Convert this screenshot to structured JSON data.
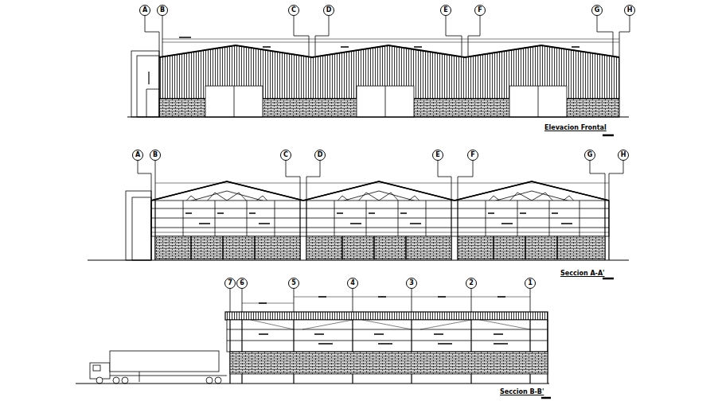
{
  "diagram": {
    "nodes": [
      {
        "text": [
          "A"
        ]
      },
      {
        "text": [
          "B"
        ]
      },
      {
        "text": [
          "C"
        ]
      },
      {
        "text": [
          "D"
        ]
      },
      {
        "text": [
          "E"
        ]
      },
      {
        "text": [
          "F"
        ]
      },
      {
        "text": [
          "G"
        ]
      },
      {
        "text": [
          "H"
        ]
      },
      {
        "text": [
          "A"
        ]
      },
      {
        "text": [
          "B"
        ]
      },
      {
        "text": [
          "C"
        ]
      },
      {
        "text": [
          "D"
        ]
      },
      {
        "text": [
          "E"
        ]
      },
      {
        "text": [
          "F"
        ]
      },
      {
        "text": [
          "G"
        ]
      },
      {
        "text": [
          "H"
        ]
      },
      {
        "text": [
          "7"
        ]
      },
      {
        "text": [
          "6"
        ]
      },
      {
        "text": [
          "5"
        ]
      },
      {
        "text": [
          "4"
        ]
      },
      {
        "text": [
          "3"
        ]
      },
      {
        "text": [
          "2"
        ]
      },
      {
        "text": [
          "1"
        ]
      }
    ],
    "labels": [
      "Elevacion Frontal",
      "Seccion A-A'",
      "Seccion B-B'"
    ]
  }
}
